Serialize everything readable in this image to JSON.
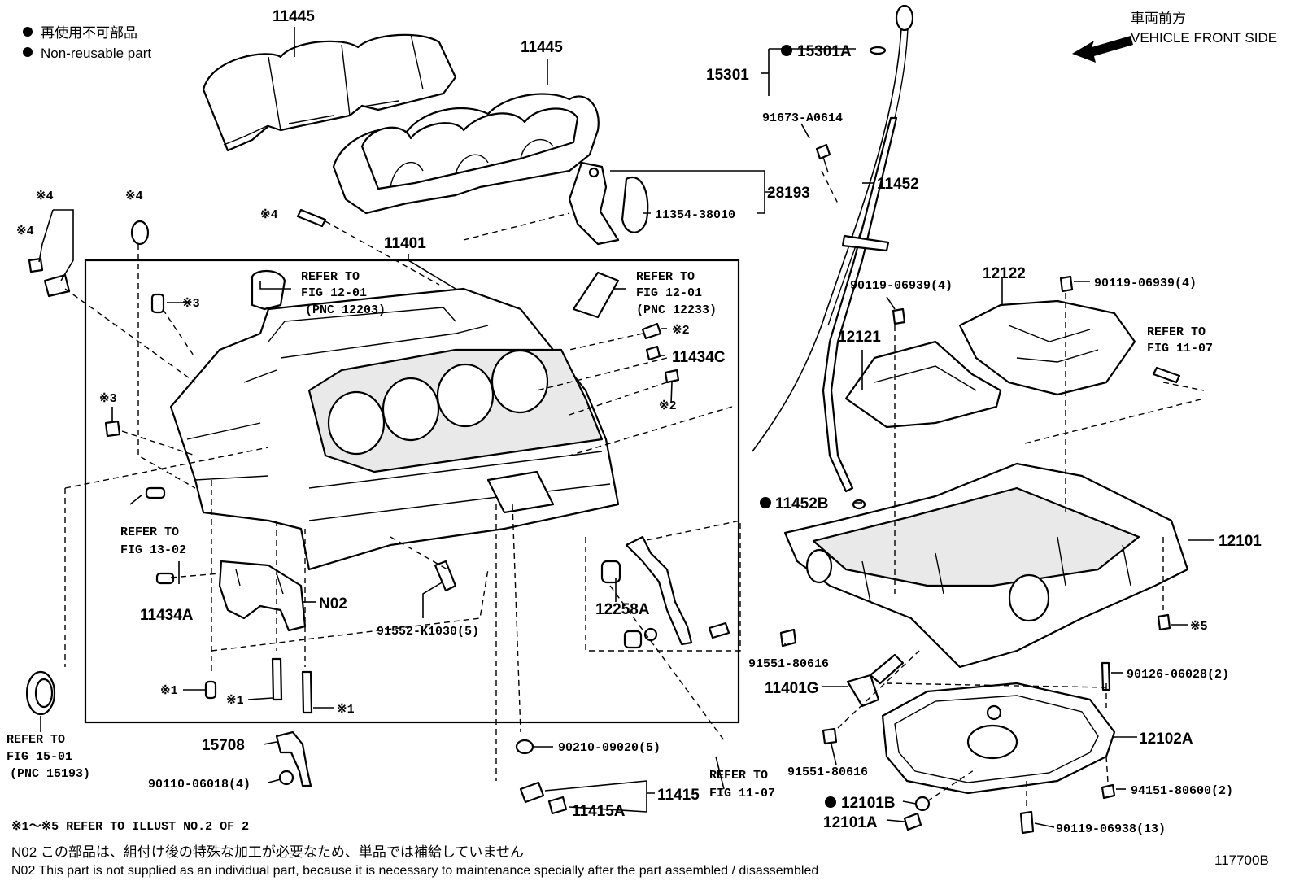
{
  "legend": {
    "bullet": "●",
    "jp": "再使用不可部品",
    "en": "Non-reusable part"
  },
  "orientation": {
    "jp": "車両前方",
    "en": "VEHICLE FRONT SIDE"
  },
  "labels": {
    "liner_a": "11445",
    "liner_b": "11445",
    "block": "11401",
    "dipstick_guide_group": "15301",
    "dipstick_oring": "15301A",
    "dipstick_bolt": "91673-A0614",
    "dipstick_tube": "11452",
    "bracket_group": "28193",
    "bracket_part": "11354-38010",
    "pan_baffle_bolt_l": "90119-06939(4)",
    "pan_baffle_bolt_r": "90119-06939(4)",
    "baffle_a": "12121",
    "baffle_b": "12122",
    "refer_11_07_top_a": "REFER TO",
    "refer_11_07_top_b": "FIG 11-07",
    "refer_12_01_a_a": "REFER TO",
    "refer_12_01_a_b": "FIG 12-01",
    "refer_12_01_a_c": "(PNC 12203)",
    "refer_12_01_b_a": "REFER TO",
    "refer_12_01_b_b": "FIG 12-01",
    "refer_12_01_b_c": "(PNC 12233)",
    "pin_3": "※3",
    "pin_2a": "※2",
    "pin_2b": "※2",
    "plug_c": "11434C",
    "stud_4": "※4",
    "m4a": "※4",
    "m4b": "※4",
    "m4c": "※4",
    "m3": "※3",
    "refer_13_02_a": "REFER TO",
    "refer_13_02_b": "FIG 13-02",
    "plug_a": "11434A",
    "n02": "N02",
    "bolt_k1030": "91552-K1030(5)",
    "union_12258a": "12258A",
    "bolt_80616_a": "91551-80616",
    "tube_oring": "11452B",
    "oil_pan_upper": "12101",
    "m5": "※5",
    "stud_06028": "90126-06028(2)",
    "sensor_g": "11401G",
    "oil_pan_lower": "12102A",
    "bolt_80616_b": "91551-80616",
    "nut_80600": "94151-80600(2)",
    "drain_gasket": "12101B",
    "drain_plug": "12101A",
    "bolt_06938": "90119-06938(13)",
    "refer_11_07_bot_a": "REFER TO",
    "refer_11_07_bot_b": "FIG 11-07",
    "plug_group": "11415",
    "plug_a2": "11415A",
    "gasket_09020": "90210-09020(5)",
    "sensor_15708": "15708",
    "bolt_06018": "90110-06018(4)",
    "refer_15_01_a": "REFER TO",
    "refer_15_01_b": "FIG 15-01",
    "refer_15_01_c": "(PNC 15193)",
    "m1a": "※1",
    "m1b": "※1",
    "m1c": "※1"
  },
  "notes": {
    "ref": "※1～※5 REFER TO ILLUST NO.2 OF 2",
    "n02_jp": "N02 この部品は、組付け後の特殊な加工が必要なため、単品では補給していません",
    "n02_en": "N02 This part is not supplied as an individual part, because it is necessary to maintenance specially after the part assembled / disassembled",
    "fig_id": "117700B"
  }
}
